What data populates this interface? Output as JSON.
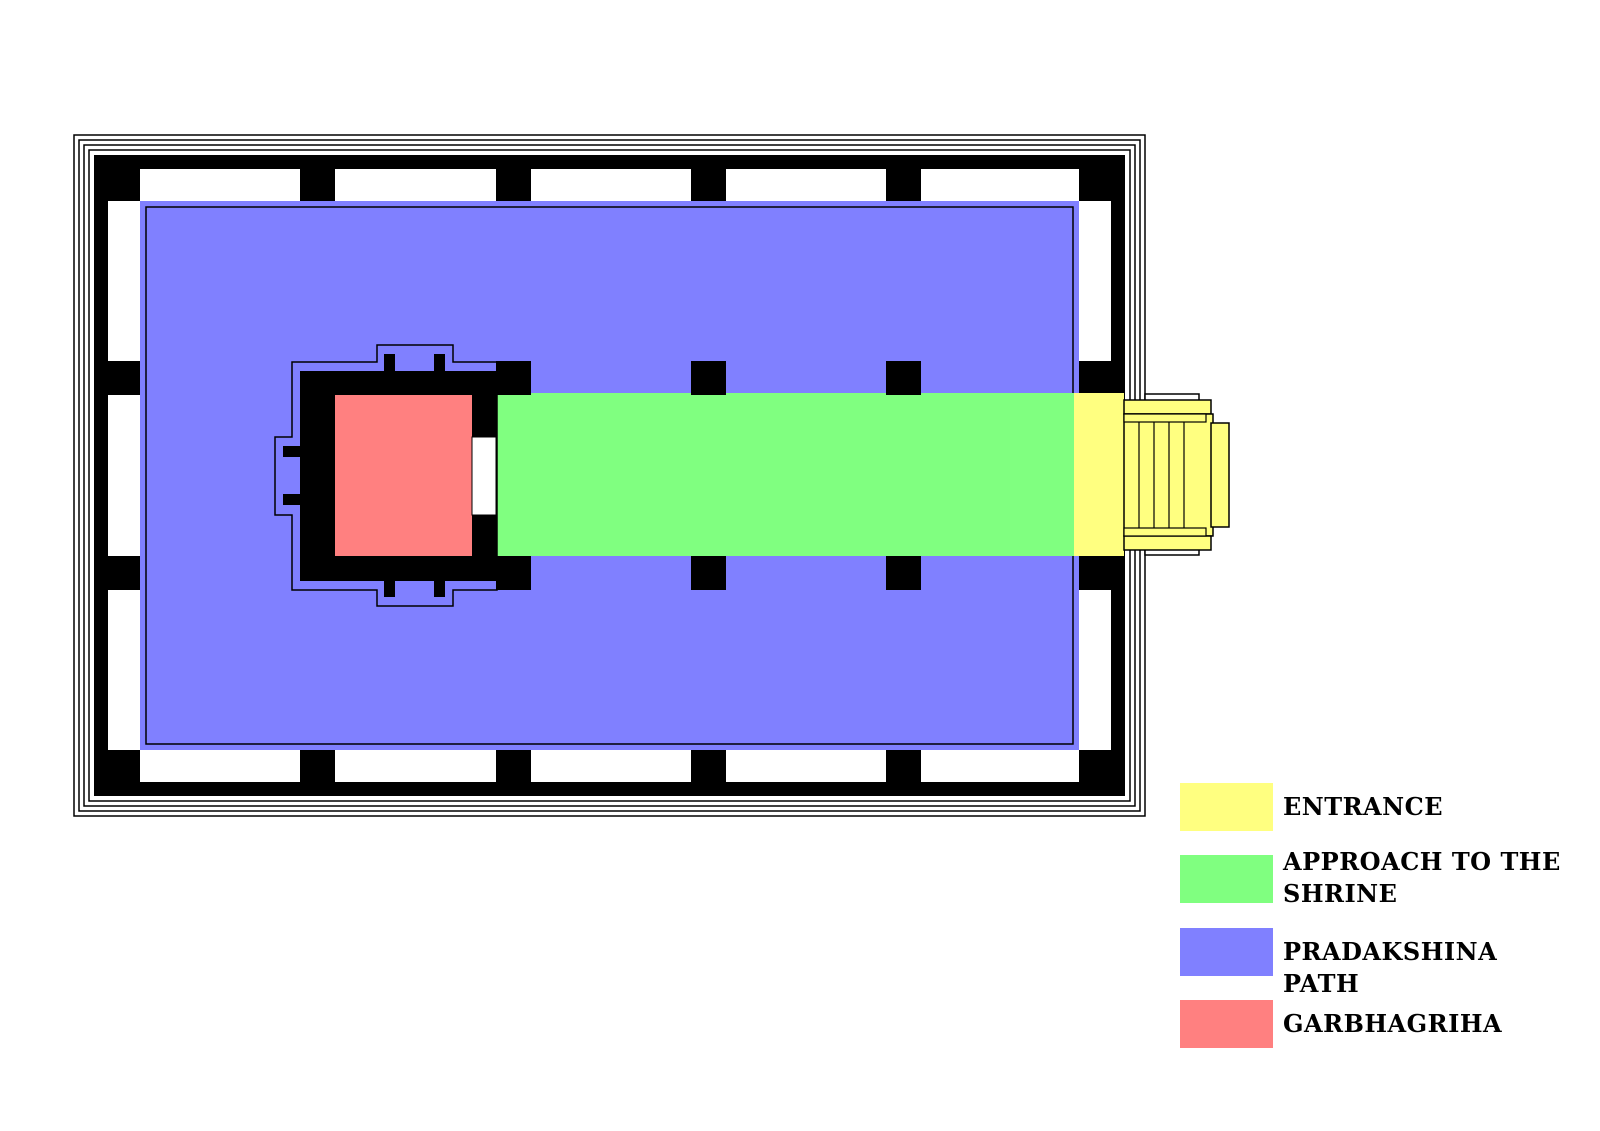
{
  "plan": {
    "colors": {
      "wall": "#000000",
      "outline": "#000000",
      "background": "#ffffff"
    }
  },
  "legend": {
    "items": [
      {
        "label": "ENTRANCE",
        "color": "#ffff80"
      },
      {
        "label": "APPROACH TO THE SHRINE",
        "color": "#80ff80"
      },
      {
        "label": "PRADAKSHINA PATH",
        "color": "#8080ff"
      },
      {
        "label": "GARBHAGRIHA",
        "color": "#ff8080"
      }
    ]
  }
}
